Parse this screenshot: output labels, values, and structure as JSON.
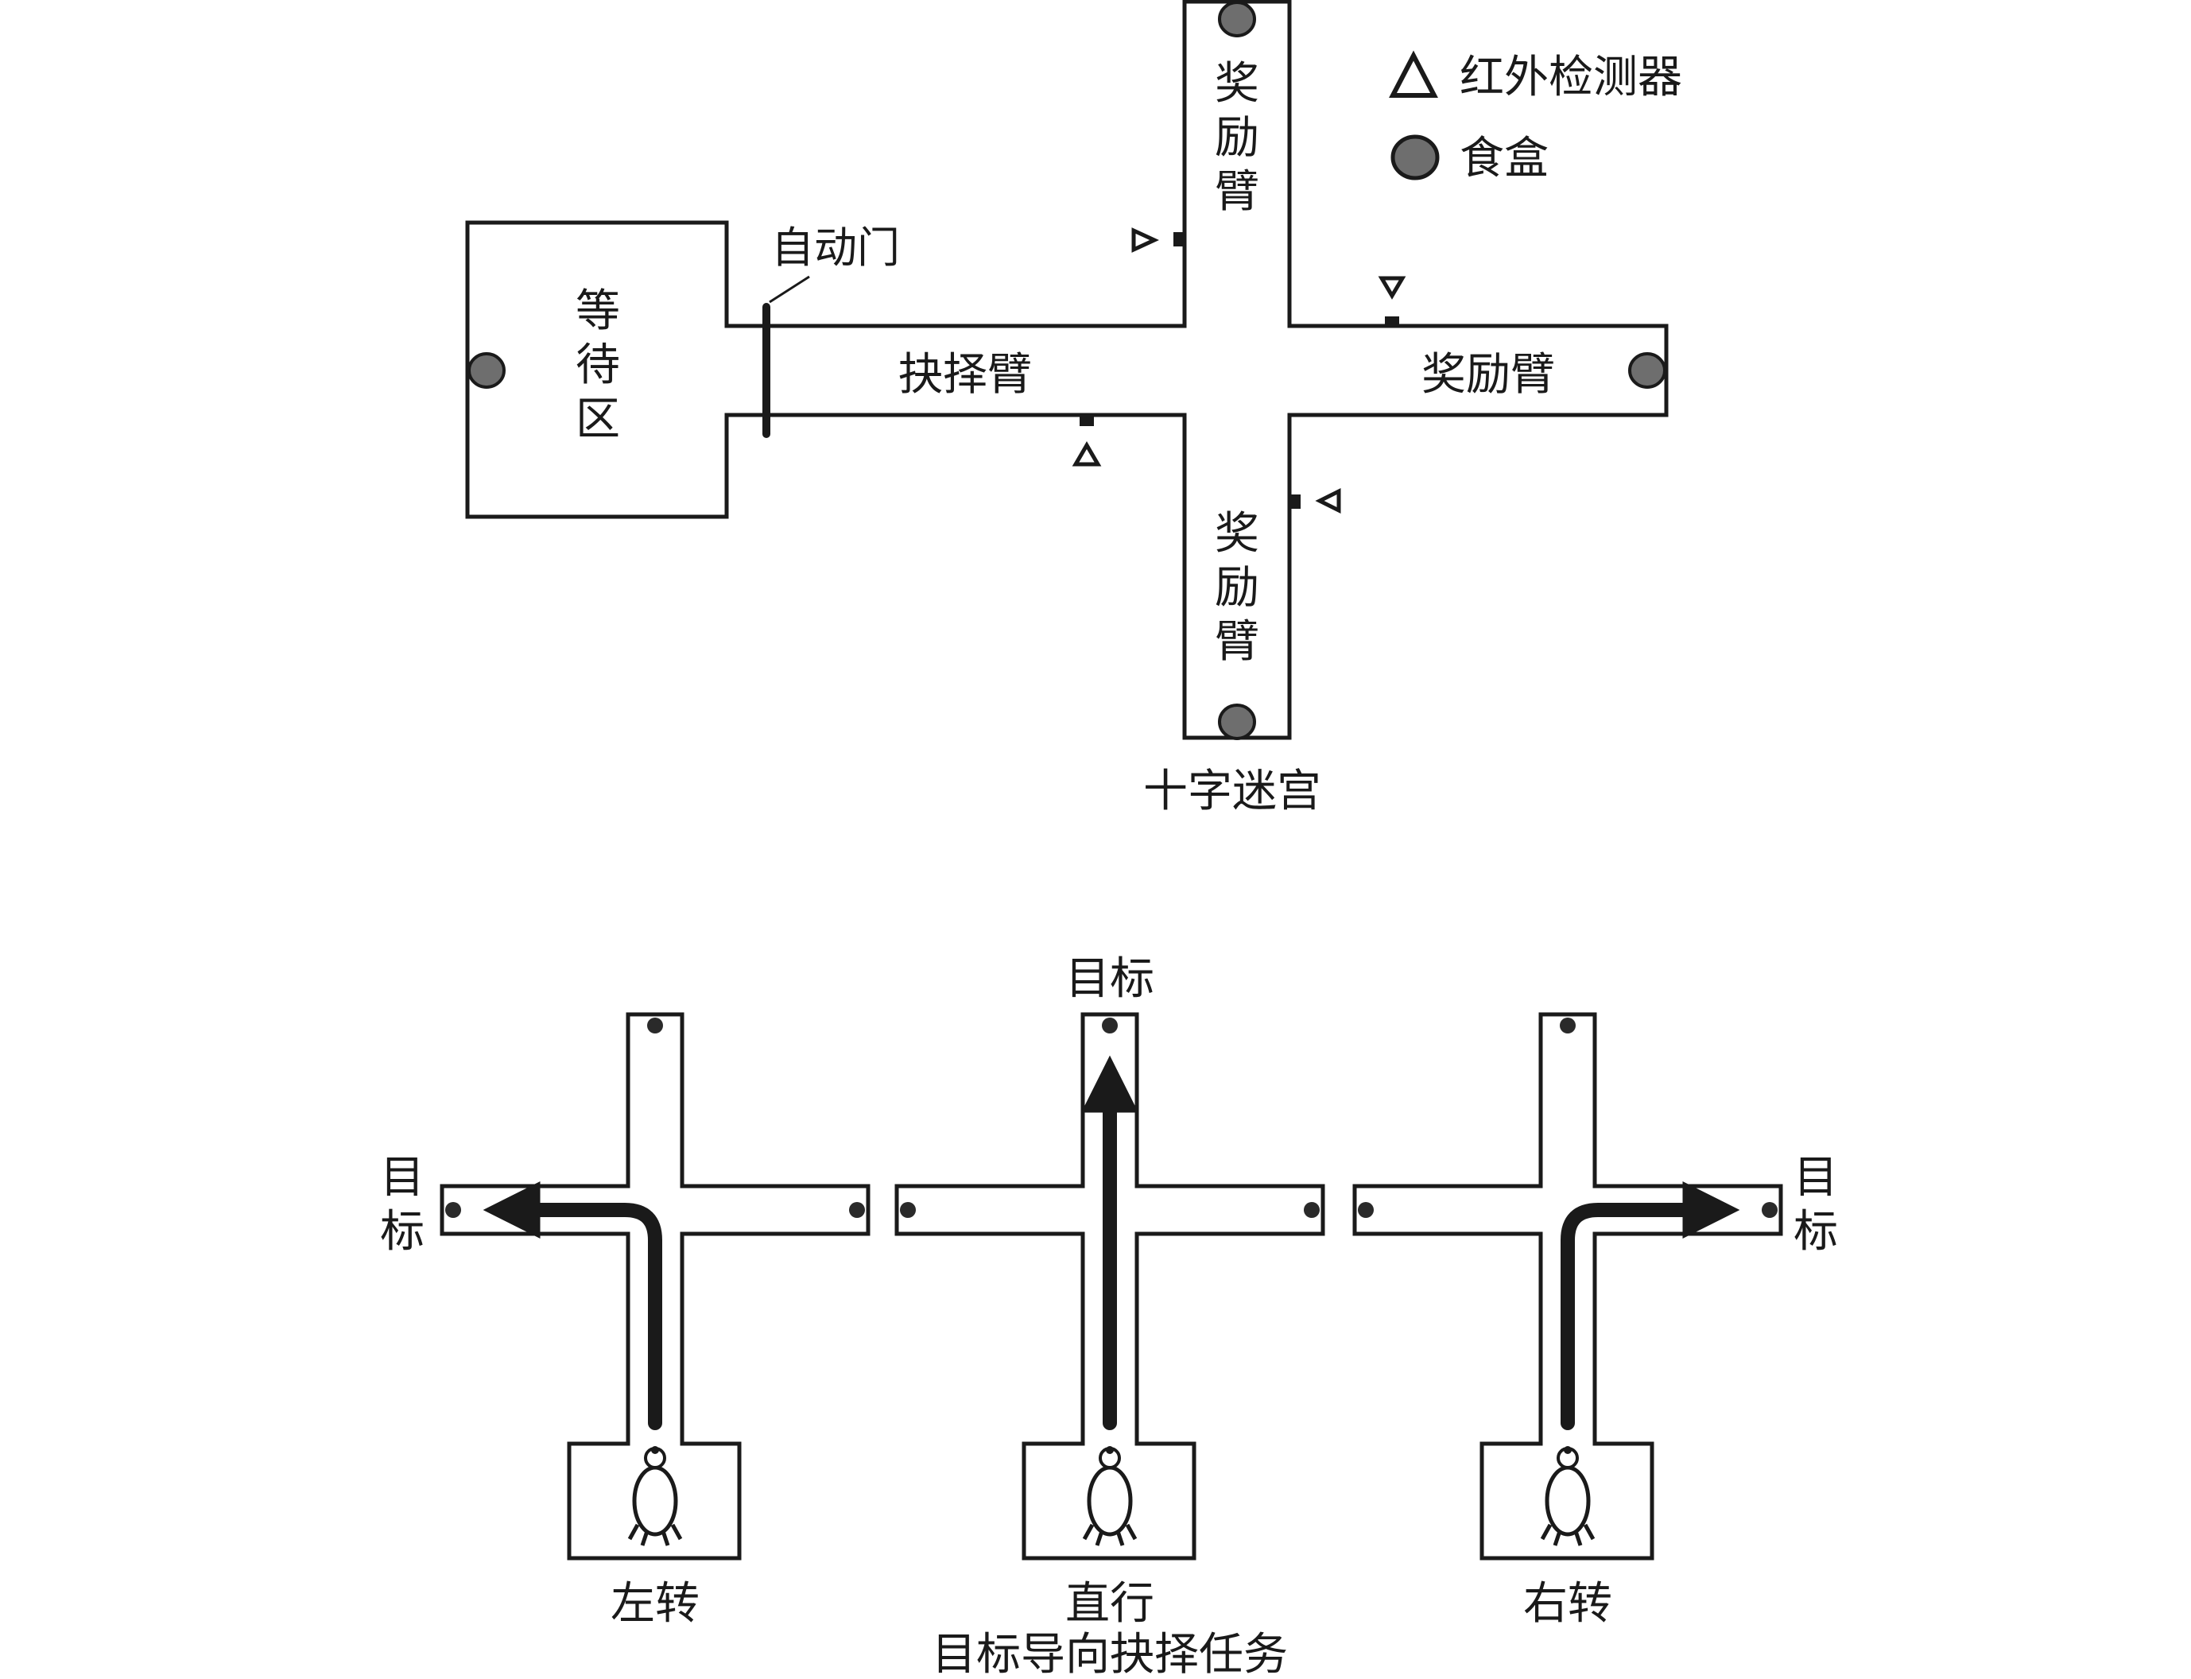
{
  "legend": {
    "detector": "红外检测器",
    "food_box": "食盒"
  },
  "top_maze": {
    "waiting_area": [
      "等",
      "待",
      "区"
    ],
    "auto_door": "自动门",
    "choice_arm": "抉择臂",
    "reward_arm_right": "奖励臂",
    "reward_arm_top": [
      "奖",
      "励",
      "臂"
    ],
    "reward_arm_bottom": [
      "奖",
      "励",
      "臂"
    ],
    "caption": "十字迷宫"
  },
  "bottom_tasks": {
    "target_left": [
      "目",
      "标"
    ],
    "target_top": "目标",
    "target_right": [
      "目",
      "标"
    ],
    "left_turn": "左转",
    "straight": "直行",
    "right_turn": "右转",
    "caption": "目标导向抉择任务"
  },
  "colors": {
    "line": "#1a1a1a",
    "food_fill": "#6e6e6e",
    "background": "#ffffff"
  }
}
